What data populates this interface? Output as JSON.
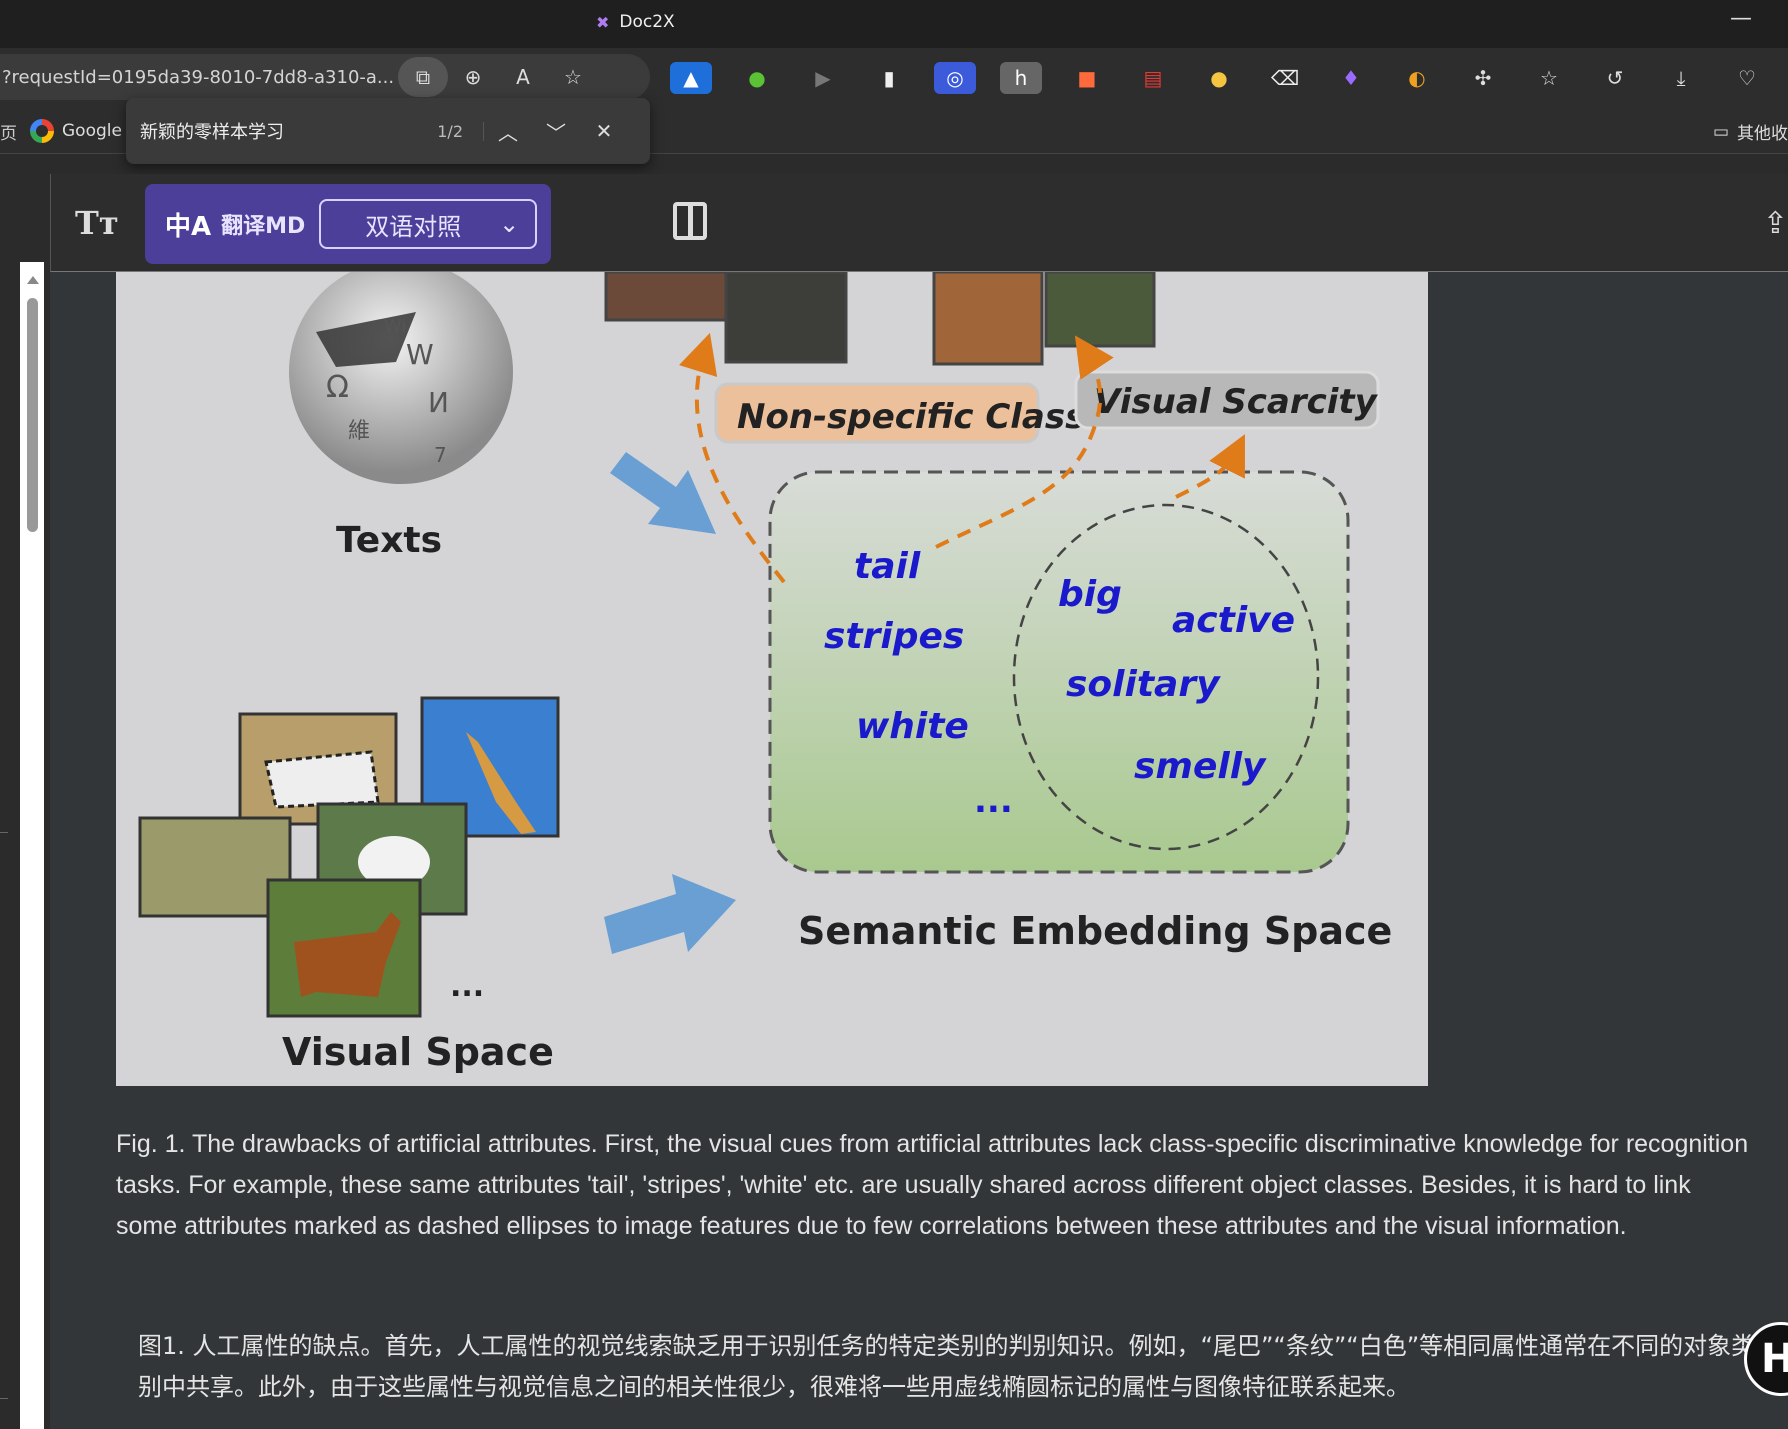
{
  "window": {
    "tab_title": "Doc2X",
    "minimize_glyph": "—"
  },
  "address_bar": {
    "url": "?requestId=0195da39-8010-7dd8-a310-a..."
  },
  "bookmarks": {
    "left_fragment": "页",
    "google_label": "Google",
    "other_folder": "其他收"
  },
  "find_bar": {
    "query": "新颖的零样本学习",
    "count": "1/2"
  },
  "app_toolbar": {
    "translate_icon": "中A",
    "translate_label": "翻译MD",
    "mode_value": "双语对照"
  },
  "figure": {
    "texts_label": "Texts",
    "visual_space_label": "Visual Space",
    "semantic_space_label": "Semantic Embedding Space",
    "non_specific_class": "Non-specific Class",
    "visual_scarcity": "Visual Scarcity",
    "attributes": {
      "tail": "tail",
      "stripes": "stripes",
      "white": "white",
      "big": "big",
      "active": "active",
      "solitary": "solitary",
      "smelly": "smelly",
      "ellipsis": "..."
    },
    "images_ellipsis": "...",
    "wiki_glyphs": [
      "W",
      "Ω",
      "И",
      "維",
      "7",
      "Wi"
    ]
  },
  "caption_en": "Fig. 1. The drawbacks of artificial attributes. First, the visual cues from artificial attributes lack class-specific discriminative knowledge for recognition tasks. For example, these same attributes 'tail', 'stripes', 'white' etc. are usually shared across different object classes. Besides, it is hard to link some attributes marked as dashed ellipses to image features due to few correlations between these attributes and the visual information.",
  "caption_zh": "图1. 人工属性的缺点。首先，人工属性的视觉线索缺乏用于识别任务的特定类别的判别知识。例如，“尾巴”“条纹”“白色”等相同属性通常在不同的对象类别中共享。此外，由于这些属性与视觉信息之间的相关性很少，很难将一些用虚线椭圆标记的属性与图像特征联系起来。",
  "float_button": "H",
  "colors": {
    "accent_purple": "#4b3f9a",
    "attribute_blue": "#1a1acc",
    "arrow_orange": "#e07b1a",
    "arrow_blue": "#6a9fd4"
  }
}
